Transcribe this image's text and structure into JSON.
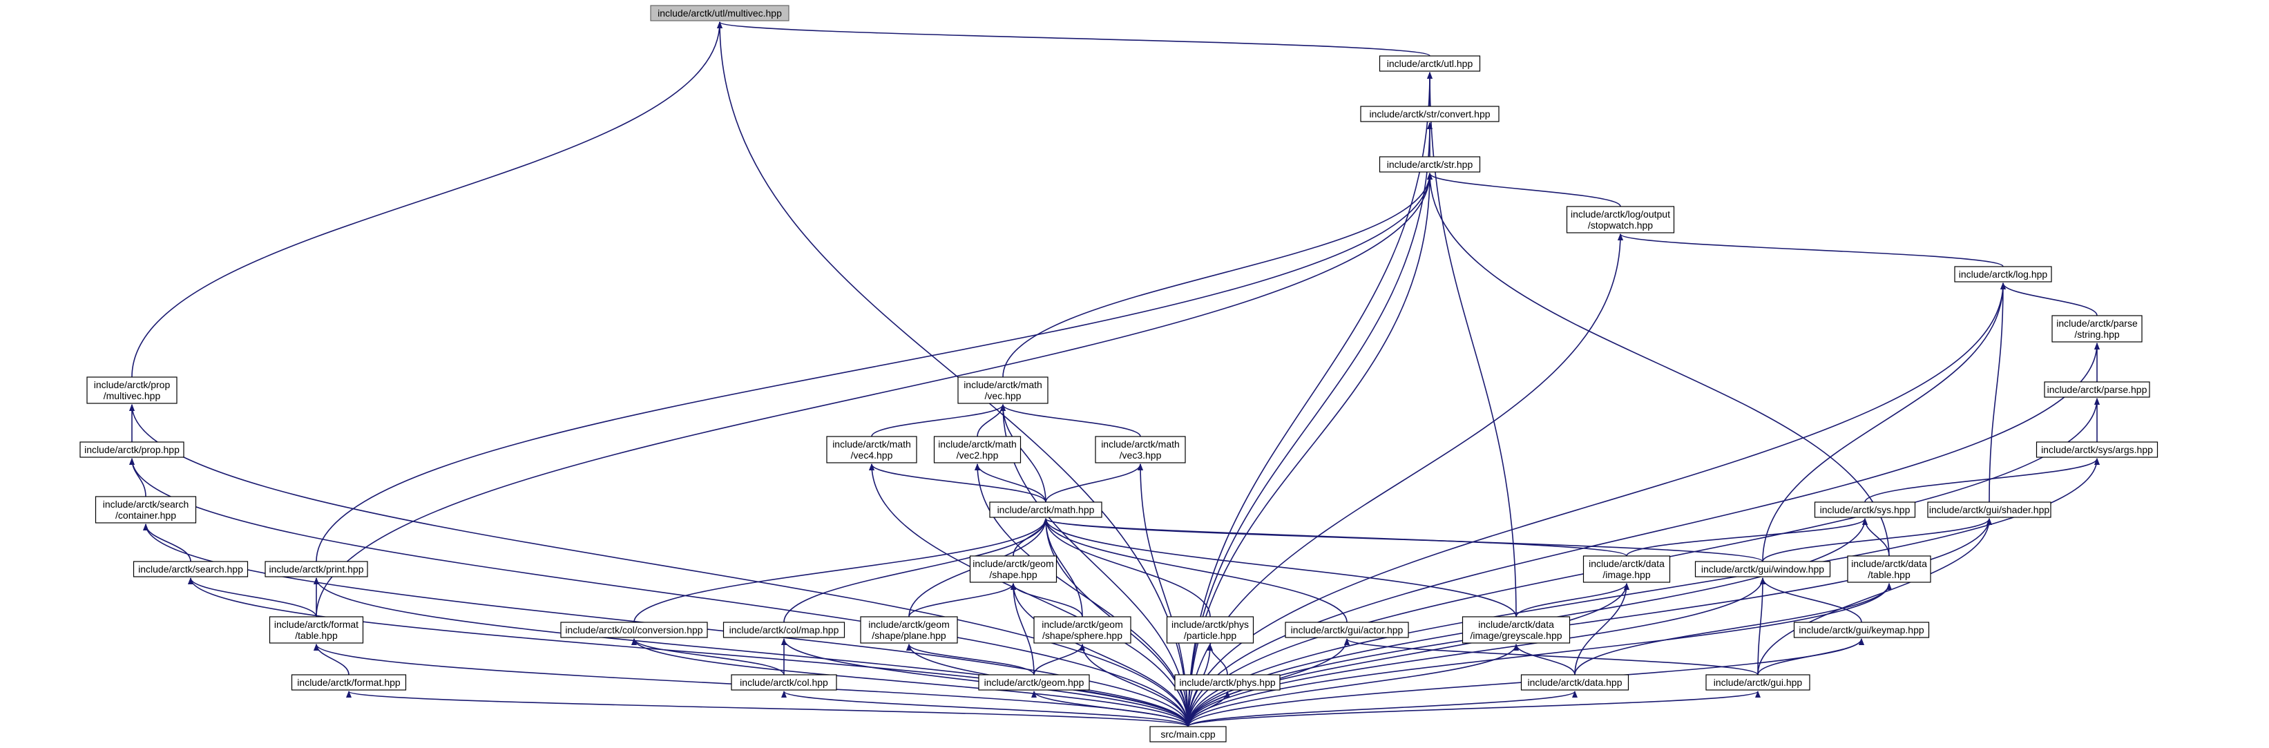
{
  "colors": {
    "edge": "#191970",
    "root_fill": "#bfbfbf",
    "node_fill": "#ffffff",
    "border": "#000000"
  },
  "nodes": [
    {
      "id": "multivec",
      "lines": [
        "include/arctk/utl/multivec.hpp"
      ],
      "root": true
    },
    {
      "id": "utl",
      "lines": [
        "include/arctk/utl.hpp"
      ]
    },
    {
      "id": "convert",
      "lines": [
        "include/arctk/str/convert.hpp"
      ]
    },
    {
      "id": "str",
      "lines": [
        "include/arctk/str.hpp"
      ]
    },
    {
      "id": "stopwatch",
      "lines": [
        "include/arctk/log/output",
        "/stopwatch.hpp"
      ]
    },
    {
      "id": "log",
      "lines": [
        "include/arctk/log.hpp"
      ]
    },
    {
      "id": "parse_string",
      "lines": [
        "include/arctk/parse",
        "/string.hpp"
      ]
    },
    {
      "id": "parse",
      "lines": [
        "include/arctk/parse.hpp"
      ]
    },
    {
      "id": "args",
      "lines": [
        "include/arctk/sys/args.hpp"
      ]
    },
    {
      "id": "prop_multivec",
      "lines": [
        "include/arctk/prop",
        "/multivec.hpp"
      ]
    },
    {
      "id": "prop",
      "lines": [
        "include/arctk/prop.hpp"
      ]
    },
    {
      "id": "search_container",
      "lines": [
        "include/arctk/search",
        "/container.hpp"
      ]
    },
    {
      "id": "search",
      "lines": [
        "include/arctk/search.hpp"
      ]
    },
    {
      "id": "print",
      "lines": [
        "include/arctk/print.hpp"
      ]
    },
    {
      "id": "format_table",
      "lines": [
        "include/arctk/format",
        "/table.hpp"
      ]
    },
    {
      "id": "format",
      "lines": [
        "include/arctk/format.hpp"
      ]
    },
    {
      "id": "math_vec",
      "lines": [
        "include/arctk/math",
        "/vec.hpp"
      ]
    },
    {
      "id": "vec4",
      "lines": [
        "include/arctk/math",
        "/vec4.hpp"
      ]
    },
    {
      "id": "vec2",
      "lines": [
        "include/arctk/math",
        "/vec2.hpp"
      ]
    },
    {
      "id": "vec3",
      "lines": [
        "include/arctk/math",
        "/vec3.hpp"
      ]
    },
    {
      "id": "math",
      "lines": [
        "include/arctk/math.hpp"
      ]
    },
    {
      "id": "sys",
      "lines": [
        "include/arctk/sys.hpp"
      ]
    },
    {
      "id": "shader",
      "lines": [
        "include/arctk/gui/shader.hpp"
      ]
    },
    {
      "id": "geom_shape",
      "lines": [
        "include/arctk/geom",
        "/shape.hpp"
      ]
    },
    {
      "id": "data_image",
      "lines": [
        "include/arctk/data",
        "/image.hpp"
      ]
    },
    {
      "id": "window",
      "lines": [
        "include/arctk/gui/window.hpp"
      ]
    },
    {
      "id": "data_table",
      "lines": [
        "include/arctk/data",
        "/table.hpp"
      ]
    },
    {
      "id": "col_conversion",
      "lines": [
        "include/arctk/col/conversion.hpp"
      ]
    },
    {
      "id": "col_map",
      "lines": [
        "include/arctk/col/map.hpp"
      ]
    },
    {
      "id": "shape_plane",
      "lines": [
        "include/arctk/geom",
        "/shape/plane.hpp"
      ]
    },
    {
      "id": "shape_sphere",
      "lines": [
        "include/arctk/geom",
        "/shape/sphere.hpp"
      ]
    },
    {
      "id": "phys_particle",
      "lines": [
        "include/arctk/phys",
        "/particle.hpp"
      ]
    },
    {
      "id": "actor",
      "lines": [
        "include/arctk/gui/actor.hpp"
      ]
    },
    {
      "id": "greyscale",
      "lines": [
        "include/arctk/data",
        "/image/greyscale.hpp"
      ]
    },
    {
      "id": "keymap",
      "lines": [
        "include/arctk/gui/keymap.hpp"
      ]
    },
    {
      "id": "col",
      "lines": [
        "include/arctk/col.hpp"
      ]
    },
    {
      "id": "geom",
      "lines": [
        "include/arctk/geom.hpp"
      ]
    },
    {
      "id": "phys",
      "lines": [
        "include/arctk/phys.hpp"
      ]
    },
    {
      "id": "data",
      "lines": [
        "include/arctk/data.hpp"
      ]
    },
    {
      "id": "gui",
      "lines": [
        "include/arctk/gui.hpp"
      ]
    },
    {
      "id": "main",
      "lines": [
        "src/main.cpp"
      ]
    }
  ],
  "edges": [
    [
      "utl",
      "multivec"
    ],
    [
      "prop_multivec",
      "multivec"
    ],
    [
      "main",
      "multivec"
    ],
    [
      "convert",
      "utl"
    ],
    [
      "greyscale",
      "utl"
    ],
    [
      "main",
      "utl"
    ],
    [
      "str",
      "convert"
    ],
    [
      "main",
      "convert"
    ],
    [
      "stopwatch",
      "str"
    ],
    [
      "math_vec",
      "str"
    ],
    [
      "print",
      "str"
    ],
    [
      "format_table",
      "str"
    ],
    [
      "data_table",
      "str"
    ],
    [
      "main",
      "str"
    ],
    [
      "log",
      "stopwatch"
    ],
    [
      "main",
      "stopwatch"
    ],
    [
      "parse_string",
      "log"
    ],
    [
      "shader",
      "log"
    ],
    [
      "window",
      "log"
    ],
    [
      "main",
      "log"
    ],
    [
      "parse",
      "parse_string"
    ],
    [
      "main",
      "parse_string"
    ],
    [
      "args",
      "parse"
    ],
    [
      "main",
      "parse"
    ],
    [
      "sys",
      "args"
    ],
    [
      "main",
      "args"
    ],
    [
      "prop",
      "prop_multivec"
    ],
    [
      "main",
      "prop_multivec"
    ],
    [
      "search_container",
      "prop"
    ],
    [
      "main",
      "prop"
    ],
    [
      "search",
      "search_container"
    ],
    [
      "main",
      "search_container"
    ],
    [
      "format_table",
      "search"
    ],
    [
      "main",
      "search"
    ],
    [
      "format_table",
      "print"
    ],
    [
      "main",
      "print"
    ],
    [
      "format",
      "format_table"
    ],
    [
      "main",
      "format_table"
    ],
    [
      "main",
      "format"
    ],
    [
      "vec4",
      "math_vec"
    ],
    [
      "vec2",
      "math_vec"
    ],
    [
      "vec3",
      "math_vec"
    ],
    [
      "math",
      "math_vec"
    ],
    [
      "main",
      "math_vec"
    ],
    [
      "math",
      "vec4"
    ],
    [
      "main",
      "vec4"
    ],
    [
      "math",
      "vec2"
    ],
    [
      "main",
      "vec2"
    ],
    [
      "math",
      "vec3"
    ],
    [
      "main",
      "vec3"
    ],
    [
      "geom_shape",
      "math"
    ],
    [
      "data_image",
      "math"
    ],
    [
      "window",
      "math"
    ],
    [
      "col_conversion",
      "math"
    ],
    [
      "col_map",
      "math"
    ],
    [
      "shape_plane",
      "math"
    ],
    [
      "shape_sphere",
      "math"
    ],
    [
      "phys_particle",
      "math"
    ],
    [
      "actor",
      "math"
    ],
    [
      "greyscale",
      "math"
    ],
    [
      "main",
      "math"
    ],
    [
      "data_image",
      "sys"
    ],
    [
      "data_table",
      "sys"
    ],
    [
      "main",
      "sys"
    ],
    [
      "window",
      "shader"
    ],
    [
      "gui",
      "shader"
    ],
    [
      "main",
      "shader"
    ],
    [
      "shape_plane",
      "geom_shape"
    ],
    [
      "shape_sphere",
      "geom_shape"
    ],
    [
      "geom",
      "geom_shape"
    ],
    [
      "main",
      "geom_shape"
    ],
    [
      "greyscale",
      "data_image"
    ],
    [
      "data",
      "data_image"
    ],
    [
      "main",
      "data_image"
    ],
    [
      "keymap",
      "window"
    ],
    [
      "gui",
      "window"
    ],
    [
      "main",
      "window"
    ],
    [
      "data",
      "data_table"
    ],
    [
      "main",
      "data_table"
    ],
    [
      "col",
      "col_conversion"
    ],
    [
      "main",
      "col_conversion"
    ],
    [
      "col",
      "col_map"
    ],
    [
      "main",
      "col_map"
    ],
    [
      "geom",
      "shape_plane"
    ],
    [
      "main",
      "shape_plane"
    ],
    [
      "geom",
      "shape_sphere"
    ],
    [
      "main",
      "shape_sphere"
    ],
    [
      "phys",
      "phys_particle"
    ],
    [
      "main",
      "phys_particle"
    ],
    [
      "gui",
      "actor"
    ],
    [
      "main",
      "actor"
    ],
    [
      "data",
      "greyscale"
    ],
    [
      "main",
      "greyscale"
    ],
    [
      "gui",
      "keymap"
    ],
    [
      "main",
      "keymap"
    ],
    [
      "main",
      "col"
    ],
    [
      "main",
      "geom"
    ],
    [
      "main",
      "phys"
    ],
    [
      "main",
      "data"
    ],
    [
      "main",
      "gui"
    ]
  ]
}
